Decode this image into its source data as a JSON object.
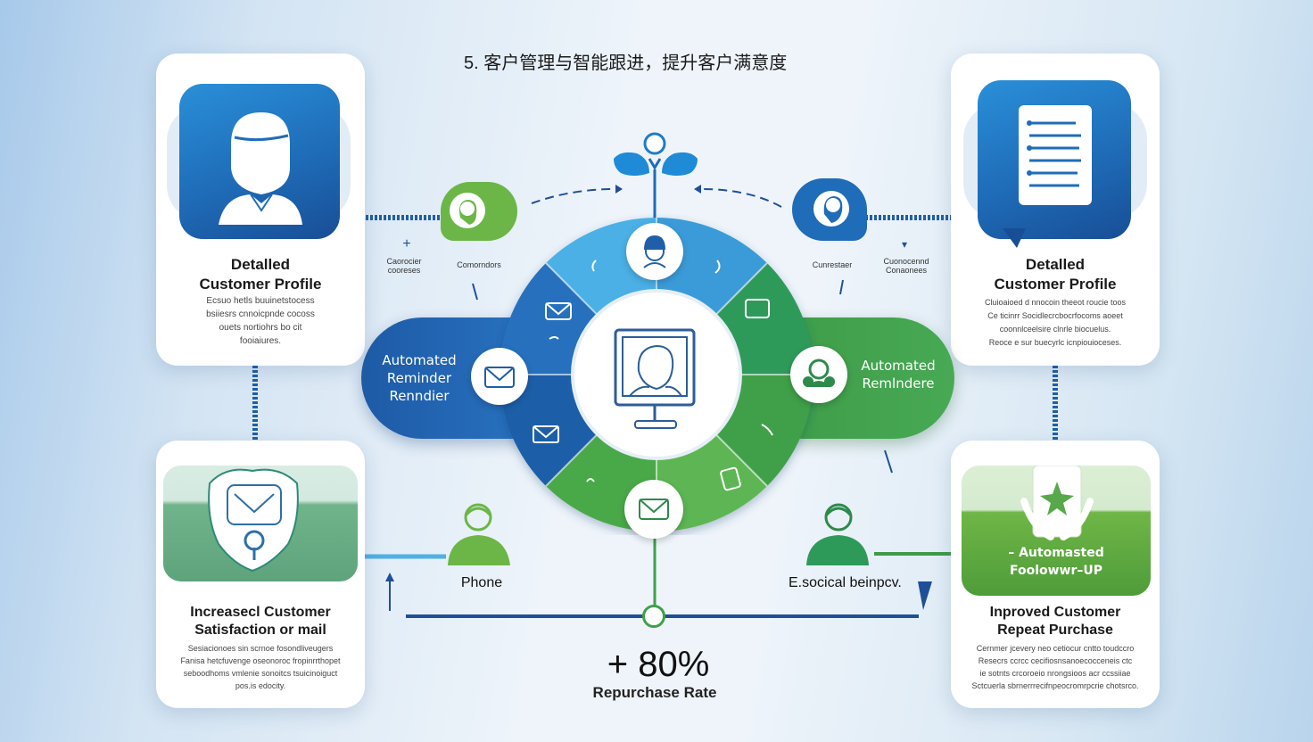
{
  "title": "5. 客户管理与智能跟进，提升客户满意度",
  "cards": {
    "top_left": {
      "title_1": "Detalled",
      "title_2": "Customer Profile",
      "body": [
        "Ecsuo hetls buuinetstocess",
        "bsiiesrs cnnoicpnde cocoss",
        "ouets nortiohrs bo cit",
        "fooiaiures."
      ]
    },
    "top_right": {
      "title_1": "Detalled",
      "title_2": "Customer Profile",
      "body": [
        "Cluioaioed d nnocoin theeot roucie toos",
        "Ce ticinrr Socidlecrcbocrfocoms aoeet",
        "coonnlceelsire clnrle biocuelus.",
        "Reoce e sur buecyrlc icnpiouioceses."
      ]
    },
    "bottom_left": {
      "title_1": "Increasecl Customer",
      "title_2": "Satisfaction or mail",
      "body": [
        "Sesiacionoes sin scrnoe fosondliveugers",
        "Fanisa hetcfuvenge oseonoroc fropinrrthopet",
        "seboodhoms vmlenie sonoitcs tsuicinoiguct",
        "pos.is edocity."
      ]
    },
    "bottom_right": {
      "green_text_1": "–  Automasted",
      "green_text_2": "Foolowwr–UP",
      "title_1": "Inproved Customer",
      "title_2": "Repeat Purchase",
      "body": [
        "Cernmer jcevery neo cetiocur cntto toudccro",
        "Resecrs ccrcc cecifiosnsanoecocceneis ctc",
        "ie sotnts crcoroeio nrongsioos acr ccssiiae",
        "Sctcuerla sbrnerrrecifnpeocromrpcrie chotsrco."
      ]
    }
  },
  "pills": {
    "left": [
      "Automated",
      "Reminder",
      "Renndier"
    ],
    "right": [
      "Automated",
      "Remlndere"
    ]
  },
  "labels": {
    "left_top_1": "Caorocier",
    "left_top_2": "cooreses",
    "left_top_3": "Comorndors",
    "left_plus": "+",
    "right_top_1": "Cunrestaer",
    "right_top_2": "Cuonocennd",
    "right_top_3": "Conaonees",
    "right_mark": "▾",
    "phone": "Phone",
    "right_person": "E.socical beinpcv."
  },
  "stat": {
    "value": "+ 80%",
    "label": "Repurchase Rate"
  },
  "icons": [
    "person-icon",
    "document-icon",
    "chat-bubble-icon",
    "email-icon",
    "monitor-face-icon",
    "headset-icon",
    "shield-icon",
    "star-leaf-icon",
    "user-avatar-icon"
  ],
  "colors": {
    "primary_blue": "#1f6cb8",
    "primary_green": "#3fa04a",
    "light_green": "#7dc36b",
    "text_dark": "#1a1a1a"
  }
}
